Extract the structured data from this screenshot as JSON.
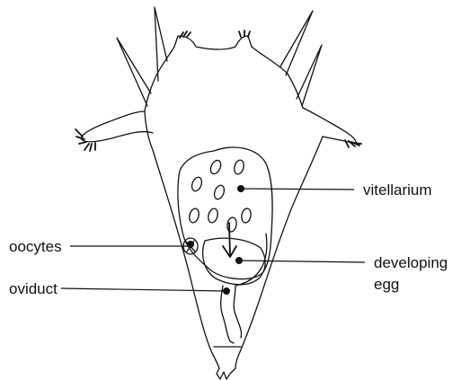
{
  "diagram": {
    "labels": {
      "vitellarium": "vitellarium",
      "oocytes": "oocytes",
      "developing_line1": "developing",
      "developing_line2": "egg",
      "oviduct": "oviduct"
    }
  }
}
